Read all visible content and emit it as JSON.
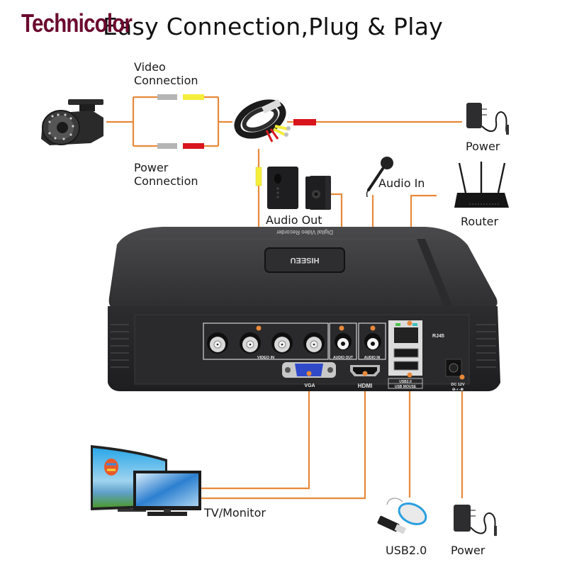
{
  "watermark": "Technicolor",
  "title": "Easy Connection,Plug & Play",
  "labels": {
    "video_connection": [
      "Video",
      "Connection"
    ],
    "power_connection": [
      "Power",
      "Connection"
    ],
    "power_top": "Power",
    "audio_out": "Audio Out",
    "audio_in": "Audio In",
    "router": "Router",
    "tv_monitor": "TV/Monitor",
    "usb": "USB2.0",
    "power_bottom": "Power"
  },
  "dvr": {
    "top_text": "Digital Video Recorder",
    "brand": "HISEEU",
    "ports": {
      "video_in": "VIDEO IN",
      "audio_out": "AUDIO OUT",
      "audio_in": "AUDIO IN",
      "vga": "VGA",
      "hdmi": "HDMI",
      "rj45": "RJ45",
      "usb_line1": "USB2.0",
      "usb_line2": "USB MOUSE",
      "dc_line1": "DC 12V",
      "dc_line2": "⊖-◐-⊕"
    }
  },
  "colors": {
    "wire": "#e8893a",
    "watermark": "#6b0a2e",
    "connector_gray": "#b5b5b5",
    "connector_yellow": "#f5ee3a",
    "connector_red": "#d8141c",
    "dvr_body": "#3a3a3c",
    "vga_blue": "#2f49c8"
  }
}
